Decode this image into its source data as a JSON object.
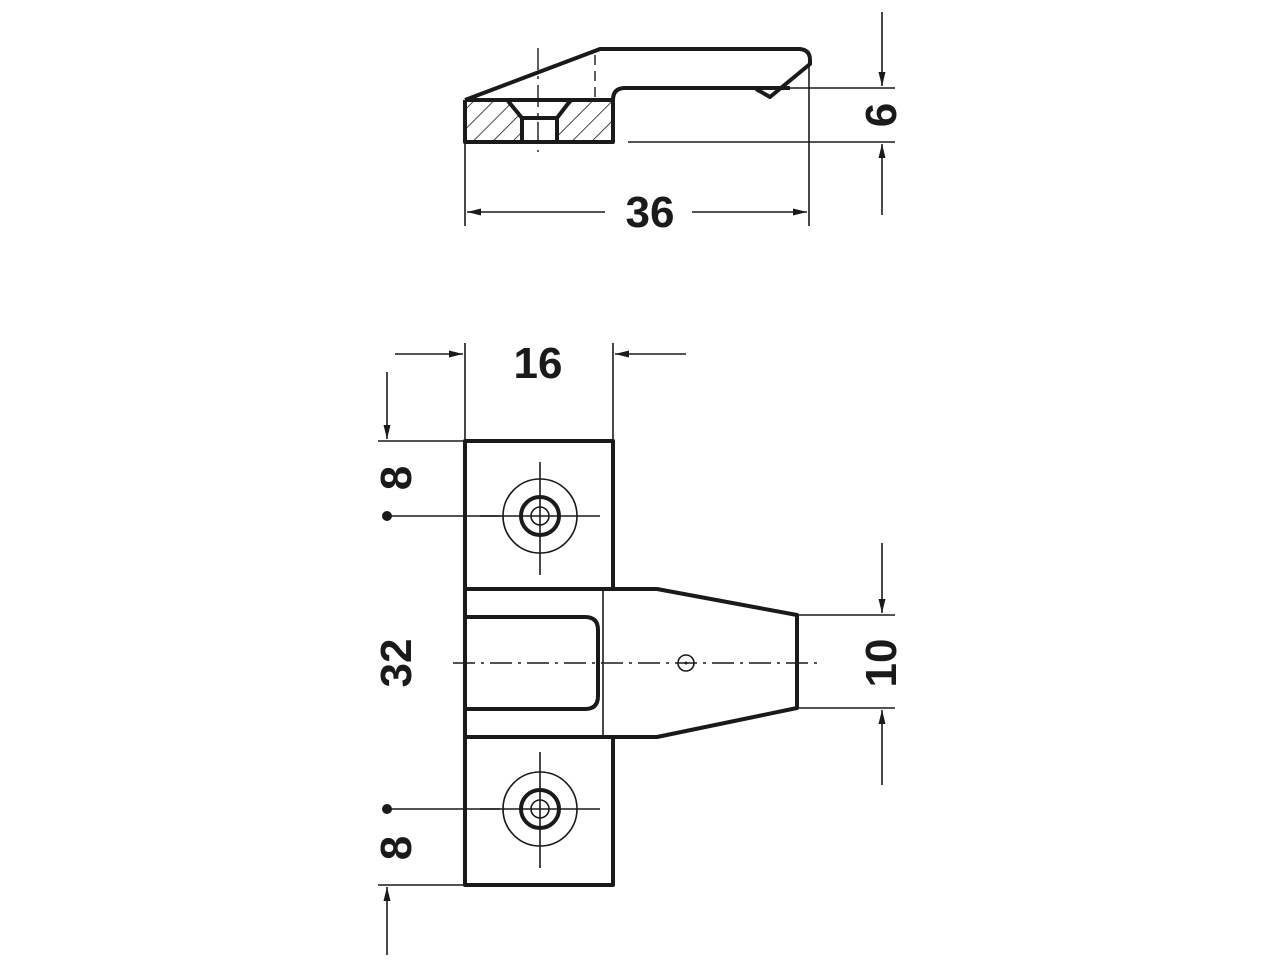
{
  "title": "Technical drawing of mounting bracket",
  "colors": {
    "line": "#1a1a1a",
    "background": "#ffffff"
  },
  "side_view": {
    "width_label": "36",
    "height_label": "6"
  },
  "front_view": {
    "width_label": "16",
    "top_offset_label": "8",
    "hole_spacing_label": "32",
    "bottom_offset_label": "8",
    "tongue_width_label": "10"
  }
}
